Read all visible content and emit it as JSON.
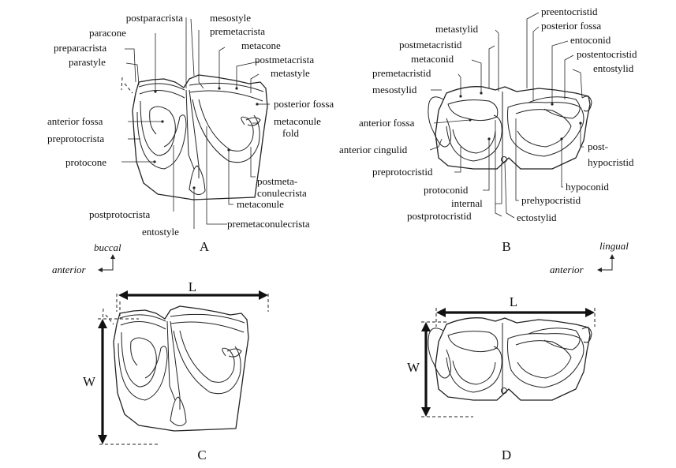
{
  "panels": {
    "a": "A",
    "b": "B",
    "c": "C",
    "d": "D"
  },
  "orientation_left": {
    "top": "buccal",
    "bottom": "anterior"
  },
  "orientation_right": {
    "top": "lingual",
    "bottom": "anterior"
  },
  "dimensions": {
    "length": "L",
    "width": "W"
  },
  "labels_a": {
    "postparacrista": "postparacrista",
    "mesostyle": "mesostyle",
    "paracone": "paracone",
    "premetacrista": "premetacrista",
    "preparacrista": "preparacrista",
    "metacone": "metacone",
    "parastyle": "parastyle",
    "postmetacrista": "postmetacrista",
    "metastyle": "metastyle",
    "posterior_fossa": "posterior fossa",
    "anterior_fossa": "anterior fossa",
    "metaconule_fold_1": "metaconule",
    "metaconule_fold_2": "fold",
    "preprotocrista": "preprotocrista",
    "protocone": "protocone",
    "postmetaconulecrista_1": "postmeta-",
    "postmetaconulecrista_2": "conulecrista",
    "metaconule": "metaconule",
    "postprotocrista": "postprotocrista",
    "entostyle": "entostyle",
    "premetaconulecrista": "premetaconulecrista"
  },
  "labels_b": {
    "preentocristid": "preentocristid",
    "metastylid": "metastylid",
    "posterior_fossa": "posterior fossa",
    "postmetacristid": "postmetacristid",
    "entoconid": "entoconid",
    "metaconid": "metaconid",
    "postentocristid": "postentocristid",
    "premetacristid": "premetacristid",
    "entostylid": "entostylid",
    "mesostylid": "mesostylid",
    "anterior_fossa": "anterior fossa",
    "anterior_cingulid": "anterior cingulid",
    "posthypocristid_1": "post-",
    "posthypocristid_2": "hypocristid",
    "preprotocristid": "preprotocristid",
    "hypoconid": "hypoconid",
    "protoconid": "protoconid",
    "prehypocristid": "prehypocristid",
    "internal": "internal",
    "postprotocristid": "postprotocristid",
    "ectostylid": "ectostylid"
  }
}
